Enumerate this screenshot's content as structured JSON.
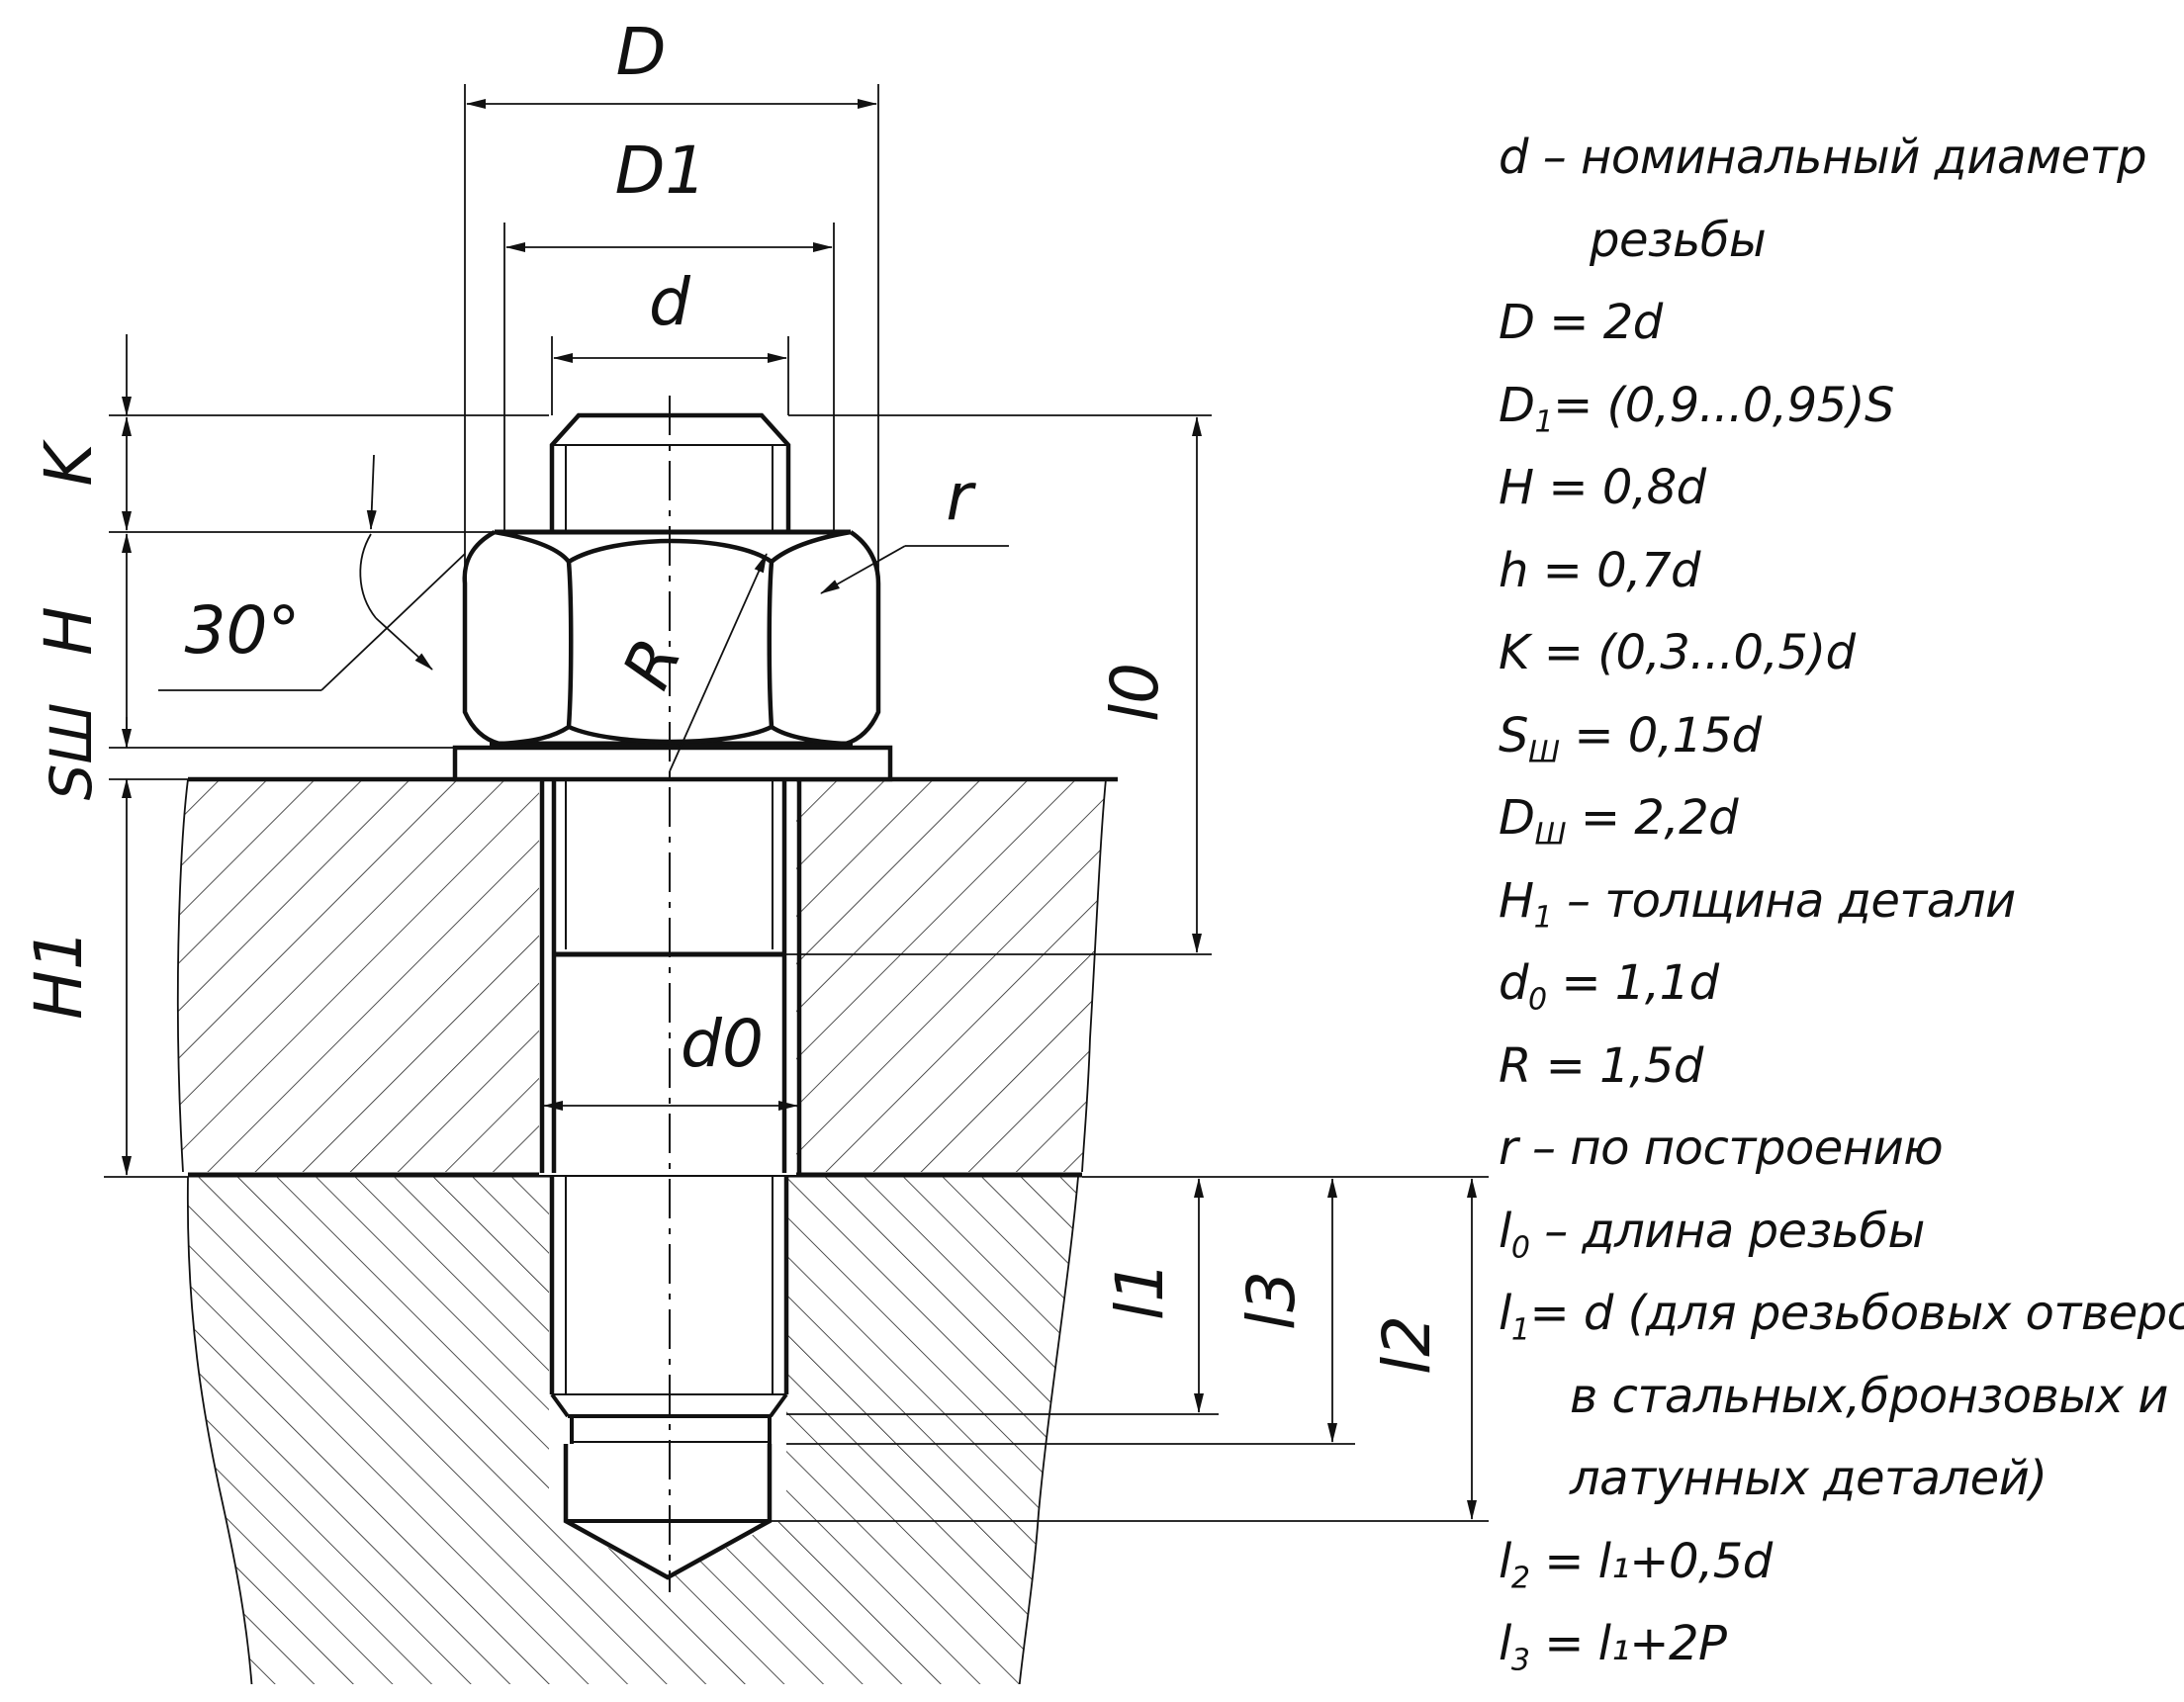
{
  "labels": {
    "D": "D",
    "D1": "D1",
    "d": "d",
    "K": "K",
    "H": "H",
    "S_sh": "SШ",
    "H1": "H1",
    "angle": "30°",
    "R": "R",
    "r": "r",
    "l0": "l0",
    "d0": "d0",
    "l1": "l1",
    "l3": "l3",
    "l2": "l2"
  },
  "legend": [
    {
      "sym": "d",
      "sub": "",
      "text": " – номинальный диаметр"
    },
    {
      "sym": "",
      "sub": "",
      "text": "резьбы"
    },
    {
      "sym": "D",
      "sub": "",
      "text": " = 2d"
    },
    {
      "sym": "D",
      "sub": "1",
      "text": "= (0,9...0,95)S"
    },
    {
      "sym": "H",
      "sub": "",
      "text": " = 0,8d"
    },
    {
      "sym": "h",
      "sub": "",
      "text": " = 0,7d"
    },
    {
      "sym": "K",
      "sub": "",
      "text": " = (0,3...0,5)d"
    },
    {
      "sym": "S",
      "sub": "Ш",
      "text": " = 0,15d"
    },
    {
      "sym": "D",
      "sub": "Ш",
      "text": " = 2,2d"
    },
    {
      "sym": "H",
      "sub": "1",
      "text": " – толщина детали"
    },
    {
      "sym": "d",
      "sub": "0",
      "text": " = 1,1d"
    },
    {
      "sym": "R",
      "sub": "",
      "text": " = 1,5d"
    },
    {
      "sym": "r",
      "sub": "",
      "text": " – по построению"
    },
    {
      "sym": "l",
      "sub": "0",
      "text": " – длина резьбы"
    },
    {
      "sym": "l",
      "sub": "1",
      "text": "= d (для резьбовых отверстий"
    },
    {
      "sym": "",
      "sub": "",
      "text": "в стальных,бронзовых и"
    },
    {
      "sym": "",
      "sub": "",
      "text": "латунных деталей)"
    },
    {
      "sym": "l",
      "sub": "2",
      "text": " = l₁+0,5d"
    },
    {
      "sym": "l",
      "sub": "3",
      "text": " = l₁+2P"
    }
  ]
}
